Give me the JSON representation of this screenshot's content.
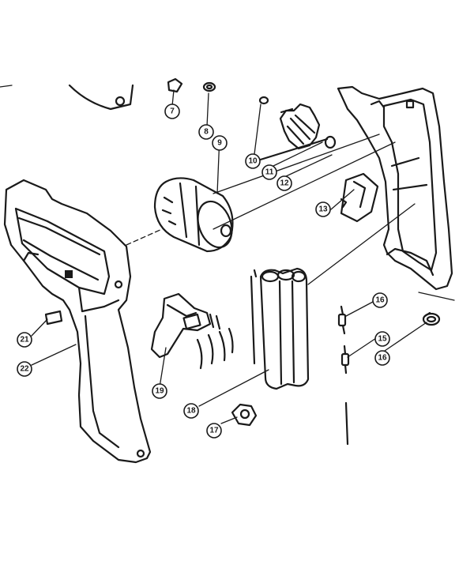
{
  "callouts": {
    "c7": "7",
    "c8": "8",
    "c9": "9",
    "c10": "10",
    "c11": "11",
    "c12": "12",
    "c13": "13",
    "c15": "15",
    "c16a": "16",
    "c16b": "16",
    "c17": "17",
    "c18": "18",
    "c19": "19",
    "c21": "21",
    "c22": "22"
  },
  "colors": {
    "ink": "#1a1a1a",
    "paper": "#ffffff"
  }
}
